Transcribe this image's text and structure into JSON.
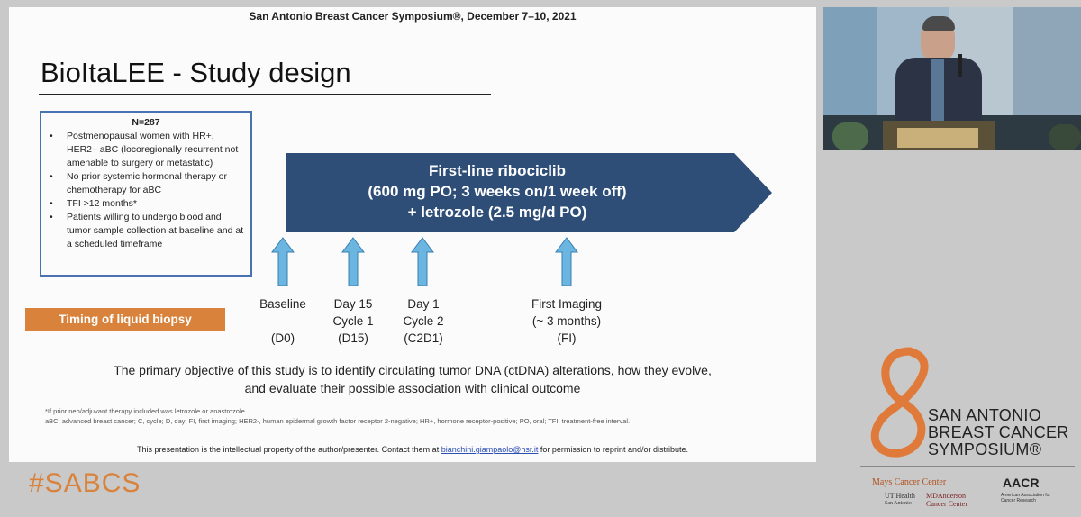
{
  "header": {
    "conference": "San Antonio Breast Cancer Symposium®, December 7–10, 2021"
  },
  "slide": {
    "title": "BioItaLEE - Study design",
    "criteria": {
      "heading": "N=287",
      "items": [
        "Postmenopausal women with HR+, HER2– aBC (locoregionally recurrent not amenable to surgery or metastatic)",
        "No prior systemic hormonal therapy or chemotherapy for aBC",
        "TFI >12 months*",
        "Patients willing to undergo blood and tumor sample collection at baseline and at a scheduled timeframe"
      ]
    },
    "treatment": {
      "line1": "First-line ribociclib",
      "line2": "(600 mg PO; 3 weeks on/1 week off)",
      "line3": "+ letrozole (2.5 mg/d PO)",
      "color": "#2e4e78"
    },
    "timepoints": [
      {
        "line1": "Baseline",
        "line2": "",
        "line3": "(D0)"
      },
      {
        "line1": "Day 15",
        "line2": "Cycle 1",
        "line3": "(D15)"
      },
      {
        "line1": "Day 1",
        "line2": "Cycle 2",
        "line3": "(C2D1)"
      },
      {
        "line1": "First Imaging",
        "line2": "(~ 3 months)",
        "line3": "(FI)"
      }
    ],
    "liquid_biopsy_label": "Timing of liquid biopsy",
    "objective_line1": "The primary objective of this study is to identify circulating tumor DNA (ctDNA) alterations, how they evolve,",
    "objective_line2": "and evaluate their possible association with clinical outcome",
    "footnote1": "*If prior neo/adjuvant therapy included was letrozole or anastrozole.",
    "footnote2": "aBC, advanced breast cancer; C, cycle; D, day; FI, first imaging; HER2-, human epidermal growth factor receptor 2-negative; HR+, hormone receptor-positive; PO, oral; TFI, treatment-free interval.",
    "property_before": "This presentation is the intellectual property of the author/presenter. Contact them at ",
    "property_email": "bianchini.giampaolo@hsr.it",
    "property_after": " for permission to reprint and/or distribute."
  },
  "hashtag": "#SABCS",
  "branding": {
    "logo_line1": "SAN ANTONIO",
    "logo_line2": "BREAST CANCER",
    "logo_line3": "SYMPOSIUM®",
    "mays": "Mays Cancer Center",
    "ut_line1": "UT Health",
    "ut_line2": "San Antonio",
    "mda_line1": "MDAnderson",
    "mda_line2": "Cancer Center",
    "aacr": "AACR",
    "aacr_sub": "American Association for Cancer Research"
  },
  "colors": {
    "accent_orange": "#d9823b",
    "arrow_blue": "#6ab6e0",
    "box_border": "#4a72b0"
  }
}
